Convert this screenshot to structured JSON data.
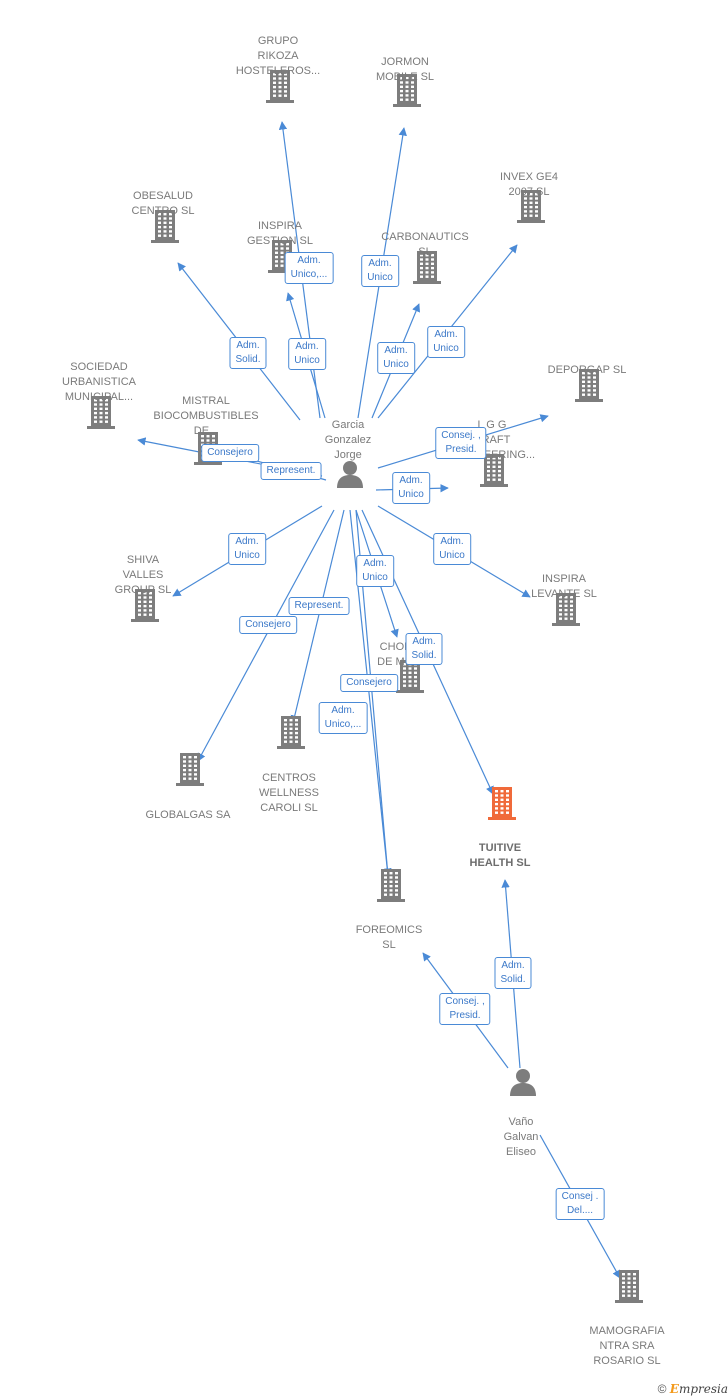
{
  "colors": {
    "edge": "#4a8ad6",
    "building": "#7d7d7d",
    "focus_building": "#f06a3a",
    "person": "#7d7d7d"
  },
  "footer": {
    "copyright": "©",
    "brand_initial": "E",
    "brand_rest": "mpresia"
  },
  "nodes": [
    {
      "id": "garcia",
      "kind": "person",
      "lines": [
        "Garcia",
        "Gonzalez",
        "Jorge"
      ]
    },
    {
      "id": "vano",
      "kind": "person",
      "lines": [
        "Vaño",
        "Galvan",
        "Eliseo"
      ]
    },
    {
      "id": "grupo-rikoza",
      "kind": "company",
      "lines": [
        "GRUPO",
        "RIKOZA",
        "HOSTELEROS..."
      ]
    },
    {
      "id": "jormon",
      "kind": "company",
      "lines": [
        "JORMON",
        "MOBILE SL"
      ]
    },
    {
      "id": "invex",
      "kind": "company",
      "lines": [
        "INVEX GE4",
        "2007  SL"
      ]
    },
    {
      "id": "obesalud",
      "kind": "company",
      "lines": [
        "OBESALUD",
        "CENTRO  SL"
      ]
    },
    {
      "id": "inspira-gestion",
      "kind": "company",
      "lines": [
        "INSPIRA",
        "GESTION  SL"
      ]
    },
    {
      "id": "carbonautics",
      "kind": "company",
      "lines": [
        "CARBONAUTICS",
        "SL"
      ]
    },
    {
      "id": "deporgap",
      "kind": "company",
      "lines": [
        "DEPORGAP SL"
      ]
    },
    {
      "id": "sociedad",
      "kind": "company",
      "lines": [
        "SOCIEDAD",
        "URBANISTICA",
        "MUNICIPAL..."
      ]
    },
    {
      "id": "mistral",
      "kind": "company",
      "lines": [
        "MISTRAL",
        "BIOCOMBUSTIBLES",
        "DE..."
      ]
    },
    {
      "id": "lgg",
      "kind": "company",
      "lines": [
        "L G G",
        "CRAFT",
        "ENGINEERING..."
      ]
    },
    {
      "id": "shiva",
      "kind": "company",
      "lines": [
        "SHIVA",
        "VALLES",
        "GROUP SL"
      ]
    },
    {
      "id": "inspira-levante",
      "kind": "company",
      "lines": [
        "INSPIRA",
        "LEVANTE  SL"
      ]
    },
    {
      "id": "chorlito",
      "kind": "company",
      "lines": [
        "CHORLITO",
        "DE MURCIA"
      ]
    },
    {
      "id": "centros-wellness",
      "kind": "company",
      "lines": [
        "CENTROS",
        "WELLNESS",
        "CAROLI  SL"
      ]
    },
    {
      "id": "globalgas",
      "kind": "company",
      "lines": [
        "GLOBALGAS SA"
      ]
    },
    {
      "id": "tuitive",
      "kind": "company",
      "focus": true,
      "lines": [
        "TUITIVE",
        "HEALTH  SL"
      ]
    },
    {
      "id": "foreomics",
      "kind": "company",
      "lines": [
        "FOREOMICS",
        "SL"
      ]
    },
    {
      "id": "mamografia",
      "kind": "company",
      "lines": [
        "MAMOGRAFIA",
        "NTRA SRA",
        "ROSARIO  SL"
      ]
    }
  ],
  "edges": [
    {
      "from": "garcia",
      "to": "grupo-rikoza",
      "label": [
        "Adm.",
        "Unico,..."
      ]
    },
    {
      "from": "garcia",
      "to": "jormon",
      "label": [
        "Adm.",
        "Unico"
      ]
    },
    {
      "from": "garcia",
      "to": "invex",
      "label": [
        "Adm.",
        "Unico"
      ]
    },
    {
      "from": "garcia",
      "to": "obesalud",
      "label": [
        "Adm.",
        "Solid."
      ]
    },
    {
      "from": "garcia",
      "to": "inspira-gestion",
      "label": [
        "Adm.",
        "Unico"
      ]
    },
    {
      "from": "garcia",
      "to": "carbonautics",
      "label": [
        "Adm.",
        "Unico"
      ]
    },
    {
      "from": "garcia",
      "to": "deporgap",
      "label": [
        "Consej. ,",
        "Presid."
      ]
    },
    {
      "from": "garcia",
      "to": "sociedad",
      "label": [
        "Consejero"
      ]
    },
    {
      "from": "garcia",
      "to": "mistral",
      "label": [
        "Represent."
      ]
    },
    {
      "from": "garcia",
      "to": "lgg",
      "label": [
        "Adm.",
        "Unico"
      ]
    },
    {
      "from": "garcia",
      "to": "shiva",
      "label": [
        "Adm.",
        "Unico"
      ]
    },
    {
      "from": "garcia",
      "to": "inspira-levante",
      "label": [
        "Adm.",
        "Unico"
      ]
    },
    {
      "from": "garcia",
      "to": "chorlito",
      "label": [
        "Adm.",
        "Unico"
      ]
    },
    {
      "from": "garcia",
      "to": "centros-wellness",
      "label": [
        "Represent."
      ]
    },
    {
      "from": "garcia",
      "to": "globalgas",
      "label": [
        "Consejero"
      ]
    },
    {
      "from": "garcia",
      "to": "tuitive",
      "label": [
        "Adm.",
        "Solid."
      ]
    },
    {
      "from": "garcia",
      "to": "foreomics",
      "label": [
        "Consejero"
      ]
    },
    {
      "from": "garcia",
      "to": "foreomics",
      "label": [
        "Adm.",
        "Unico,..."
      ]
    },
    {
      "from": "vano",
      "to": "tuitive",
      "label": [
        "Adm.",
        "Solid."
      ]
    },
    {
      "from": "vano",
      "to": "foreomics",
      "label": [
        "Consej. ,",
        "Presid."
      ]
    },
    {
      "from": "vano",
      "to": "mamografia",
      "label": [
        "Consej .",
        "Del...."
      ]
    }
  ]
}
